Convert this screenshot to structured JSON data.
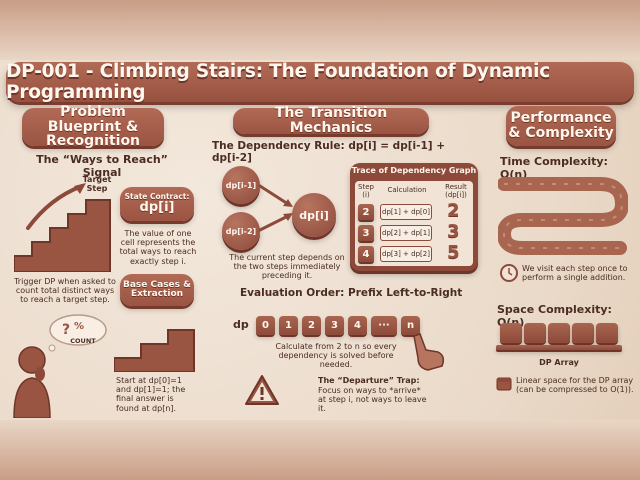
{
  "title": "DP-001 - Climbing Stairs: The Foundation of Dynamic Programming",
  "left": {
    "header": "Problem Blueprint & Recognition",
    "signal_title": "The “Ways to Reach” Signal",
    "target_label": "Target Step",
    "trigger_text": "Trigger DP when asked to count total distinct ways to reach a target step.",
    "state_contract_title": "State Contract:",
    "state_contract_value": "dp[i]",
    "state_text": "The value of one cell represents the total ways to reach exactly step i.",
    "base_cases_title": "Base Cases & Extraction",
    "base_text": "Start at dp[0]=1 and dp[1]=1; the final answer is found at dp[n].",
    "count_label": "COUNT"
  },
  "middle": {
    "header": "The Transition Mechanics",
    "rule": "The Dependency Rule: dp[i] = dp[i-1] + dp[i-2]",
    "node_a": "dp[i-1]",
    "node_b": "dp[i-2]",
    "node_result": "dp[i]",
    "graph_caption": "The current step depends on the two steps immediately preceding it.",
    "trace": {
      "title": "Trace of Dependency Graph",
      "col_step": "Step (i)",
      "col_calc": "Calculation",
      "col_result": "Result (dp[i])",
      "rows": [
        {
          "step": "2",
          "calc": "dp[1] + dp[0]",
          "result": "2"
        },
        {
          "step": "3",
          "calc": "dp[2] + dp[1]",
          "result": "3"
        },
        {
          "step": "4",
          "calc": "dp[3] + dp[2]",
          "result": "5"
        }
      ]
    },
    "order_title": "Evaluation Order: Prefix Left-to-Right",
    "dp_label": "dp",
    "dp_cells": [
      "0",
      "1",
      "2",
      "3",
      "4",
      "···",
      "n"
    ],
    "order_caption": "Calculate from 2 to n so every dependency is solved before needed.",
    "trap_title": "The “Departure” Trap:",
    "trap_text": "Focus on ways to *arrive* at step i, not ways to leave it."
  },
  "right": {
    "header": "Performance & Complexity",
    "time_title": "Time Complexity: O(n)",
    "time_text": "We visit each step once to perform a single addition.",
    "space_title": "Space Complexity: O(n)",
    "array_label": "DP Array",
    "space_text": "Linear space for the DP array (can be compressed to O(1))."
  },
  "colors": {
    "clay": "#9a5442",
    "clay_dark": "#6e3528",
    "background": "#efe3d6",
    "text": "#4a2c22"
  }
}
